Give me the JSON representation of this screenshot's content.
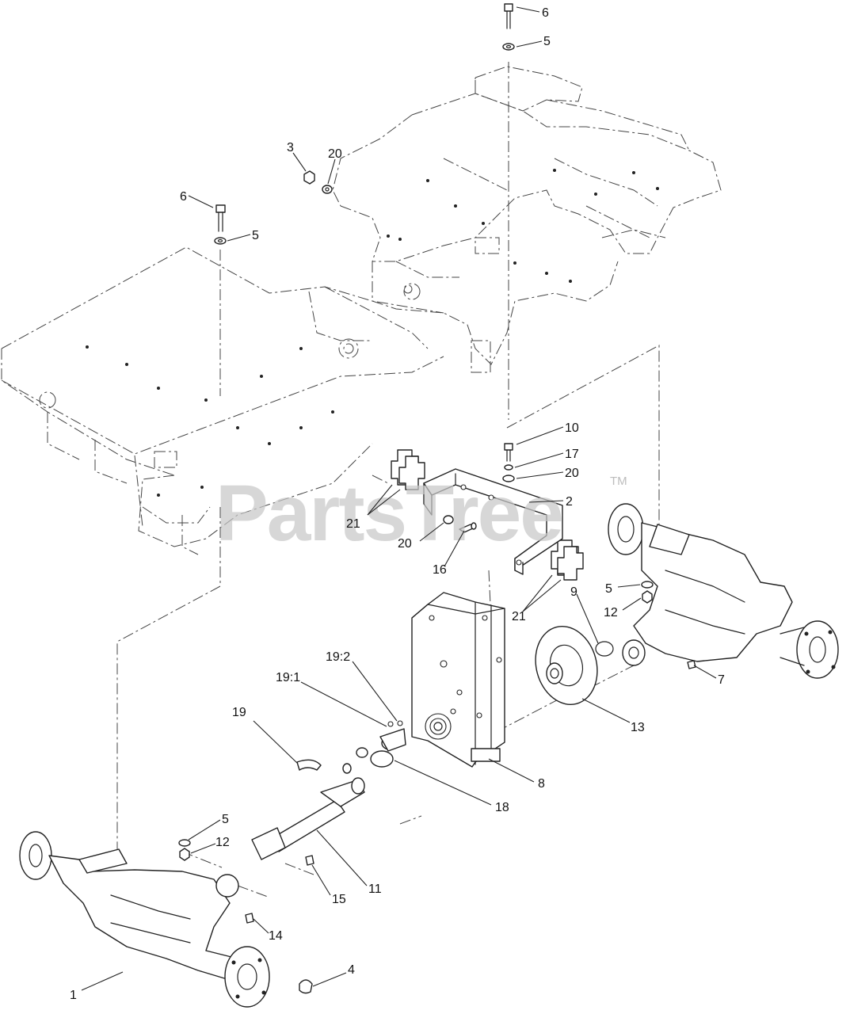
{
  "watermark": {
    "brand": "PartsTree",
    "trademark": "TM"
  },
  "callouts": [
    {
      "label": "6"
    },
    {
      "label": "5"
    },
    {
      "label": "3"
    },
    {
      "label": "20"
    },
    {
      "label": "6"
    },
    {
      "label": "5"
    },
    {
      "label": "10"
    },
    {
      "label": "17"
    },
    {
      "label": "20"
    },
    {
      "label": "2"
    },
    {
      "label": "21"
    },
    {
      "label": "20"
    },
    {
      "label": "16"
    },
    {
      "label": "21"
    },
    {
      "label": "5"
    },
    {
      "label": "12"
    },
    {
      "label": "9"
    },
    {
      "label": "7"
    },
    {
      "label": "13"
    },
    {
      "label": "19:2"
    },
    {
      "label": "19:1"
    },
    {
      "label": "19"
    },
    {
      "label": "8"
    },
    {
      "label": "18"
    },
    {
      "label": "5"
    },
    {
      "label": "12"
    },
    {
      "label": "11"
    },
    {
      "label": "15"
    },
    {
      "label": "14"
    },
    {
      "label": "4"
    },
    {
      "label": "1"
    }
  ]
}
